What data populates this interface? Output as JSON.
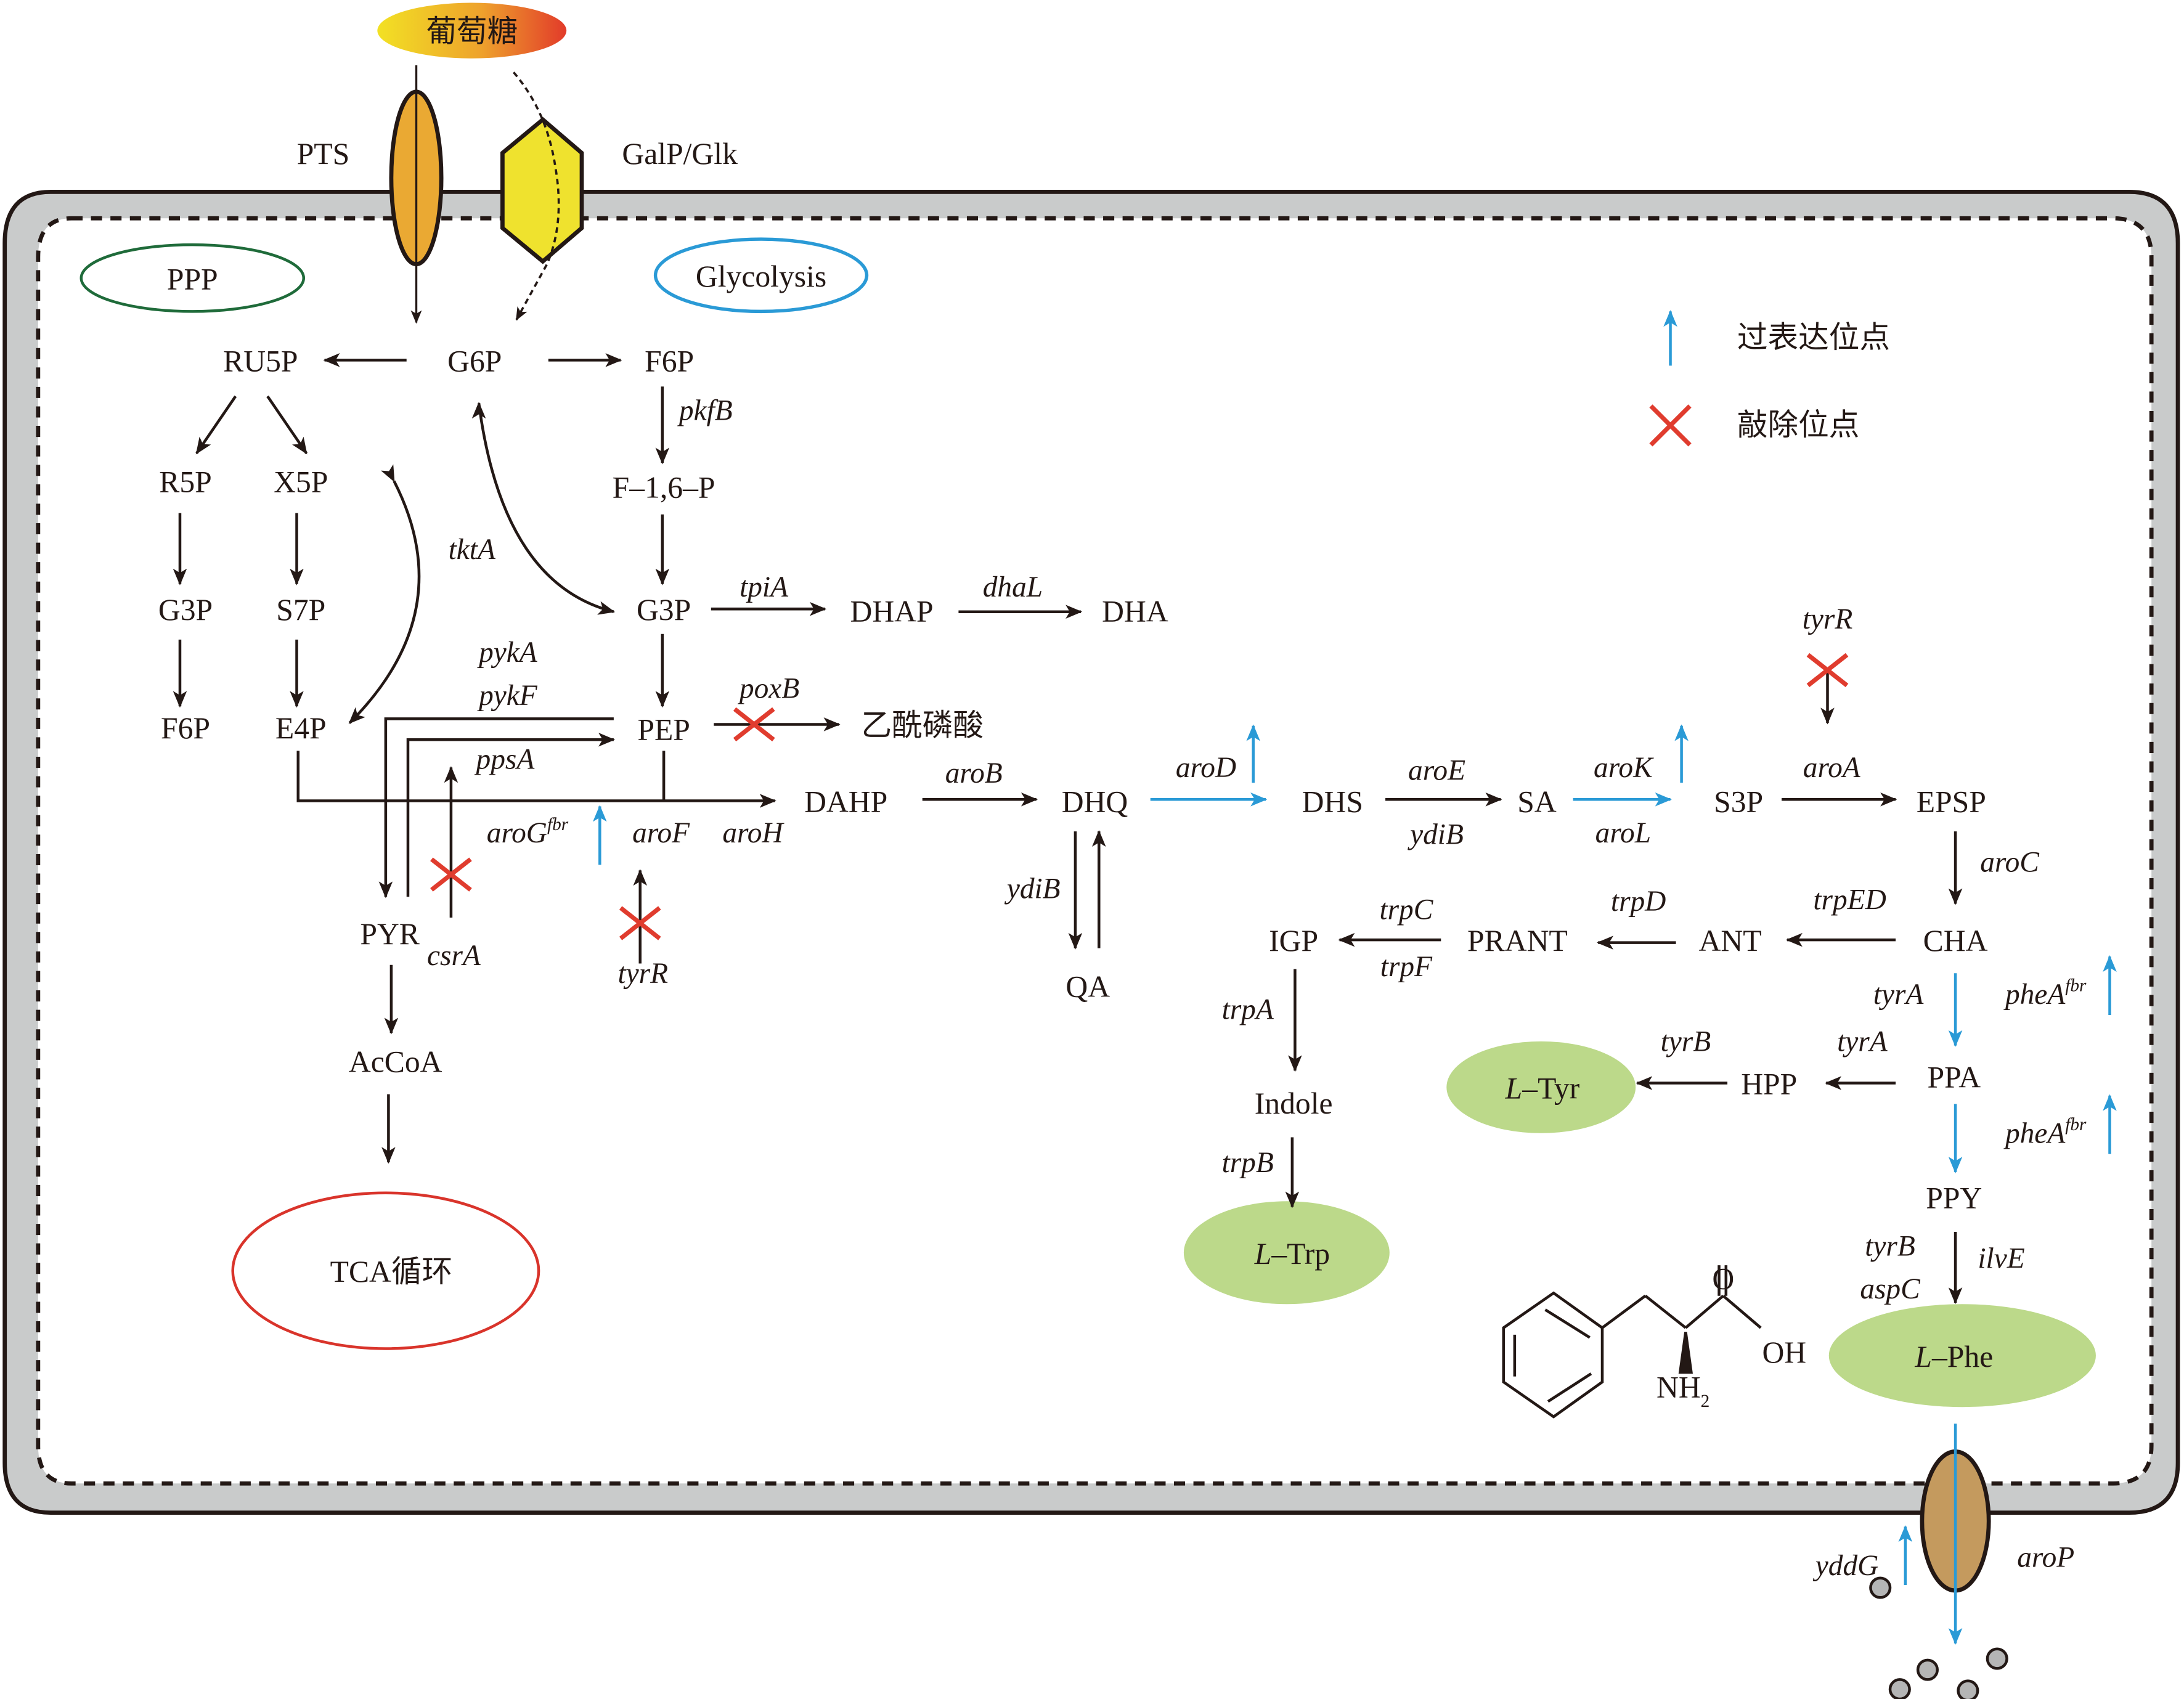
{
  "title": "L-Phe metabolic pathway engineering in E. coli",
  "colors": {
    "ink": "#231815",
    "overexpress": "#2a9ad6",
    "knockout": "#e03c2e",
    "membrane": "#c9cbcb",
    "product": "#bcd98a",
    "pts": "#eaa933",
    "galp": "#efe22e",
    "arop": "#c49a5e",
    "ppp_ring": "#1f6b3a",
    "glycolysis_ring": "#2a9ad6",
    "tca_ring": "#d9342b",
    "glucose_start": "#f2e124",
    "glucose_end": "#e23b2a"
  },
  "legend": {
    "overexpress_label": "过表达位点",
    "knockout_label": "敲除位点"
  },
  "transport": {
    "glucose": "葡萄糖",
    "pts": "PTS",
    "galp": "GalP/Glk"
  },
  "modules": {
    "ppp": "PPP",
    "glycolysis": "Glycolysis",
    "tca": "TCA循环"
  },
  "metabolites": {
    "ru5p": "RU5P",
    "g6p": "G6P",
    "f6p": "F6P",
    "r5p": "R5P",
    "x5p": "X5P",
    "f16p": "F–1,6–P",
    "g3p_ppp": "G3P",
    "s7p": "S7P",
    "g3p": "G3P",
    "f6p_ppp": "F6P",
    "e4p": "E4P",
    "dhap": "DHAP",
    "dha": "DHA",
    "pep": "PEP",
    "acetylp": "乙酰磷酸",
    "dahp": "DAHP",
    "dhq": "DHQ",
    "dhs": "DHS",
    "sa": "SA",
    "s3p": "S3P",
    "epsp": "EPSP",
    "qa": "QA",
    "pyr": "PYR",
    "accoa": "AcCoA",
    "cha": "CHA",
    "ant": "ANT",
    "prant": "PRANT",
    "igp": "IGP",
    "indole": "Indole",
    "ppa": "PPA",
    "hpp": "HPP",
    "ppy": "PPY"
  },
  "products": {
    "trp": {
      "prefix": "L",
      "suffix": "–Trp"
    },
    "tyr": {
      "prefix": "L",
      "suffix": "–Tyr"
    },
    "phe": {
      "prefix": "L",
      "suffix": "–Phe"
    }
  },
  "genes": {
    "pkfB": "pkfB",
    "tktA": "tktA",
    "tpiA": "tpiA",
    "dhaL": "dhaL",
    "pykA": "pykA",
    "pykF": "pykF",
    "ppsA": "ppsA",
    "poxB": "poxB",
    "aroG": "aroG",
    "aroG_sup": "fbr",
    "aroF": "aroF",
    "aroH": "aroH",
    "csrA": "csrA",
    "tyrR_left": "tyrR",
    "tyrR_top": "tyrR",
    "aroB": "aroB",
    "aroD": "aroD",
    "ydiB_dhq": "ydiB",
    "aroE": "aroE",
    "ydiB": "ydiB",
    "aroK": "aroK",
    "aroL": "aroL",
    "aroA": "aroA",
    "aroC": "aroC",
    "trpED": "trpED",
    "trpD": "trpD",
    "trpC": "trpC",
    "trpF": "trpF",
    "trpA": "trpA",
    "trpB": "trpB",
    "tyrA_1": "tyrA",
    "tyrA_2": "tyrA",
    "tyrB_tyr": "tyrB",
    "pheA_1": "pheA",
    "pheA_2": "pheA",
    "pheA_sup": "fbr",
    "tyrB": "tyrB",
    "aspC": "aspC",
    "ilvE": "ilvE",
    "yddG": "yddG",
    "aroP": "aroP"
  },
  "structure": {
    "oxygen": "O",
    "hydroxyl": "OH",
    "amine": "NH",
    "amine_sub": "2"
  }
}
